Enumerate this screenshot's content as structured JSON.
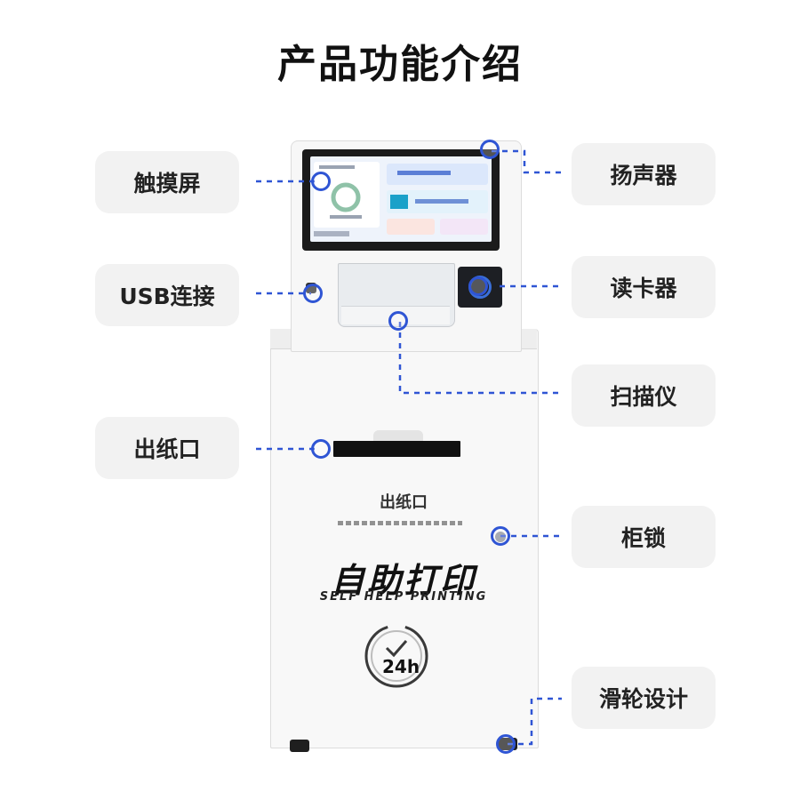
{
  "title": "产品功能介绍",
  "callouts_left": [
    {
      "label": "触摸屏"
    },
    {
      "label": "USB连接"
    },
    {
      "label": "出纸口"
    }
  ],
  "callouts_right": [
    {
      "label": "扬声器"
    },
    {
      "label": "读卡器"
    },
    {
      "label": "扫描仪"
    },
    {
      "label": "柜锁"
    },
    {
      "label": "滑轮设计"
    }
  ],
  "kiosk": {
    "slot_label": "出纸口",
    "brand": "自助打印",
    "brand_en": "SELF HELP PRINTING",
    "clock_text": "24h"
  },
  "colors": {
    "marker": "#2f55d4",
    "callout_bg": "#f2f2f2",
    "title": "#111111"
  }
}
